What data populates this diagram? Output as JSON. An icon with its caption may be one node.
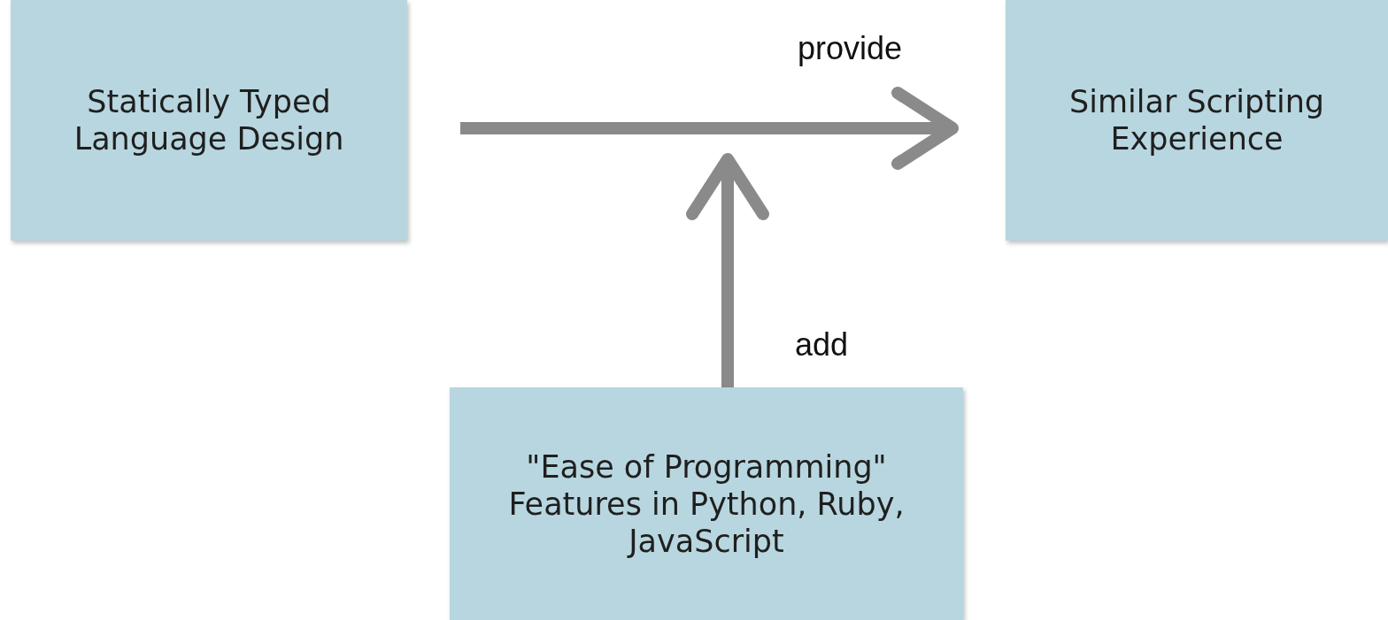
{
  "diagram": {
    "nodes": [
      {
        "text": [
          "Statically Typed Language Design"
        ]
      },
      {
        "text": [
          "Similar Scripting Experience"
        ]
      },
      {
        "text": [
          "\"Ease of Programming\" Features in Python, Ruby, JavaScript"
        ]
      }
    ],
    "edges": [
      {
        "from": 0,
        "to": 1,
        "arrow": "to",
        "label": "provide"
      },
      {
        "from": 2,
        "to": null,
        "arrow": "to",
        "label": "add"
      }
    ]
  }
}
